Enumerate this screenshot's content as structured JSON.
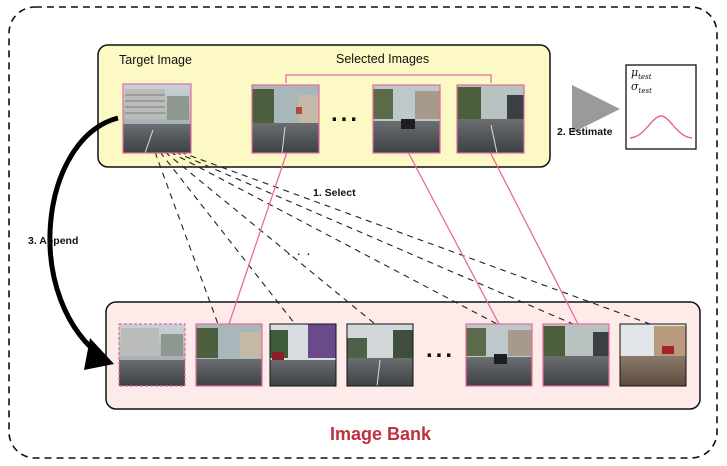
{
  "labels": {
    "target_image": "Target Image",
    "selected_images": "Selected Images",
    "ellipsis_top": "...",
    "step_select": "1. Select",
    "step_estimate": "2. Estimate",
    "step_append": "3. Append",
    "ellipsis_middle": ". . .",
    "ellipsis_bank": "...",
    "image_bank": "Image Bank"
  },
  "estimate_plot": {
    "mu_label": "μ",
    "mu_subscript": "test",
    "sigma_label": "σ",
    "sigma_subscript": "test"
  },
  "colors": {
    "outer_border": "#111111",
    "top_panel_fill": "#fdf9c4",
    "bank_panel_fill": "#fcebe8",
    "selection_pink": "#e86aa0",
    "bank_title": "#c0303f",
    "arrow_gray": "#9a9a9a",
    "curve_pink": "#e8609a"
  }
}
